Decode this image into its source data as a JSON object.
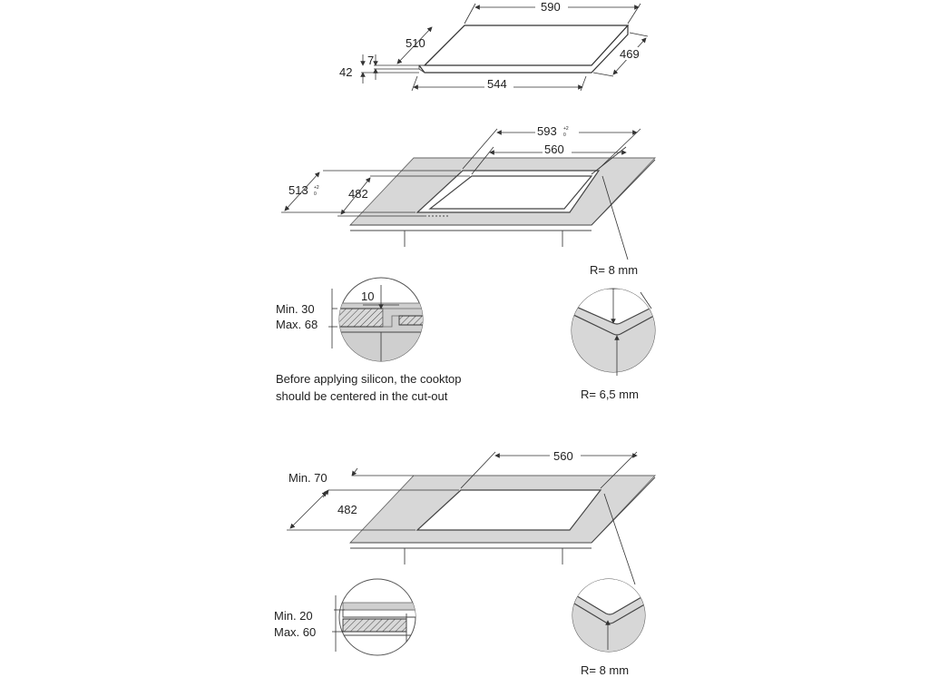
{
  "colors": {
    "counter": "#d7d7d7",
    "line": "#333333",
    "background": "#ffffff"
  },
  "cooktop": {
    "width": "590",
    "depth": "510",
    "glass_thickness": "7",
    "total_height": "42",
    "right_depth": "469",
    "front_width": "544"
  },
  "cutout_flush": {
    "width_outer": "593",
    "width_outer_tol_top": "+2",
    "width_outer_tol_bottom": "0",
    "width_inner": "560",
    "depth_outer": "513",
    "depth_outer_tol_top": "+2",
    "depth_outer_tol_bottom": "0",
    "depth_inner": "482",
    "corner_outer_radius": "R= 8 mm",
    "corner_inner_radius": "R= 6,5 mm",
    "section_min": "Min. 30",
    "section_max": "Max. 68",
    "section_step": "10",
    "note_line1": "Before applying silicon, the cooktop",
    "note_line2": "should be centered in the cut-out"
  },
  "cutout_standard": {
    "width": "560",
    "depth": "482",
    "edge_min": "Min. 70",
    "section_min": "Min. 20",
    "section_max": "Max. 60",
    "corner_radius": "R= 8 mm"
  }
}
